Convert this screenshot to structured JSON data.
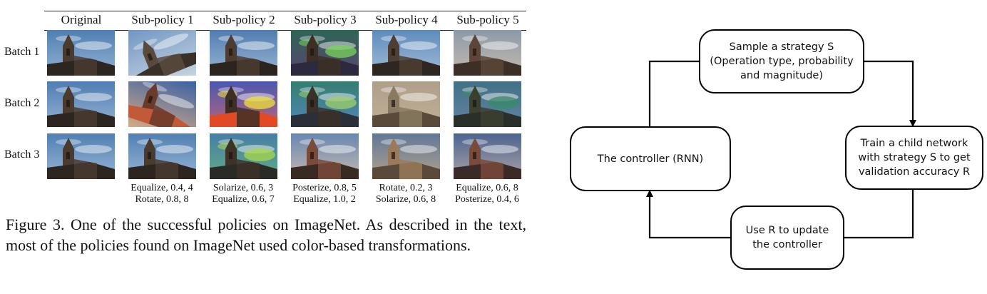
{
  "table": {
    "columns": [
      "Original",
      "Sub-policy 1",
      "Sub-policy 2",
      "Sub-policy 3",
      "Sub-policy 4",
      "Sub-policy 5"
    ],
    "rows": [
      "Batch 1",
      "Batch 2",
      "Batch 3"
    ],
    "operations": [
      [
        "Equalize, 0.4, 4",
        "Rotate, 0.8, 8"
      ],
      [
        "Solarize, 0.6, 3",
        "Equalize, 0.6, 7"
      ],
      [
        "Posterize, 0.8, 5",
        "Equalize, 1.0, 2"
      ],
      [
        "Rotate, 0.2, 3",
        "Solarize, 0.6, 8"
      ],
      [
        "Equalize, 0.6, 8",
        "Posterize, 0.4, 6"
      ]
    ]
  },
  "caption": "Figure 3. One of the successful policies on ImageNet.  As described in the text, most of the policies found on ImageNet used color-based transformations.",
  "diagram": {
    "sample_node": [
      "Sample a strategy S",
      "(Operation type, probability",
      "and magnitude)"
    ],
    "train_node": [
      "Train a child network",
      "with strategy S to get",
      "validation accuracy R"
    ],
    "update_node": [
      "Use R to update",
      "the controller"
    ],
    "controller_node": [
      "The controller (RNN)"
    ]
  }
}
